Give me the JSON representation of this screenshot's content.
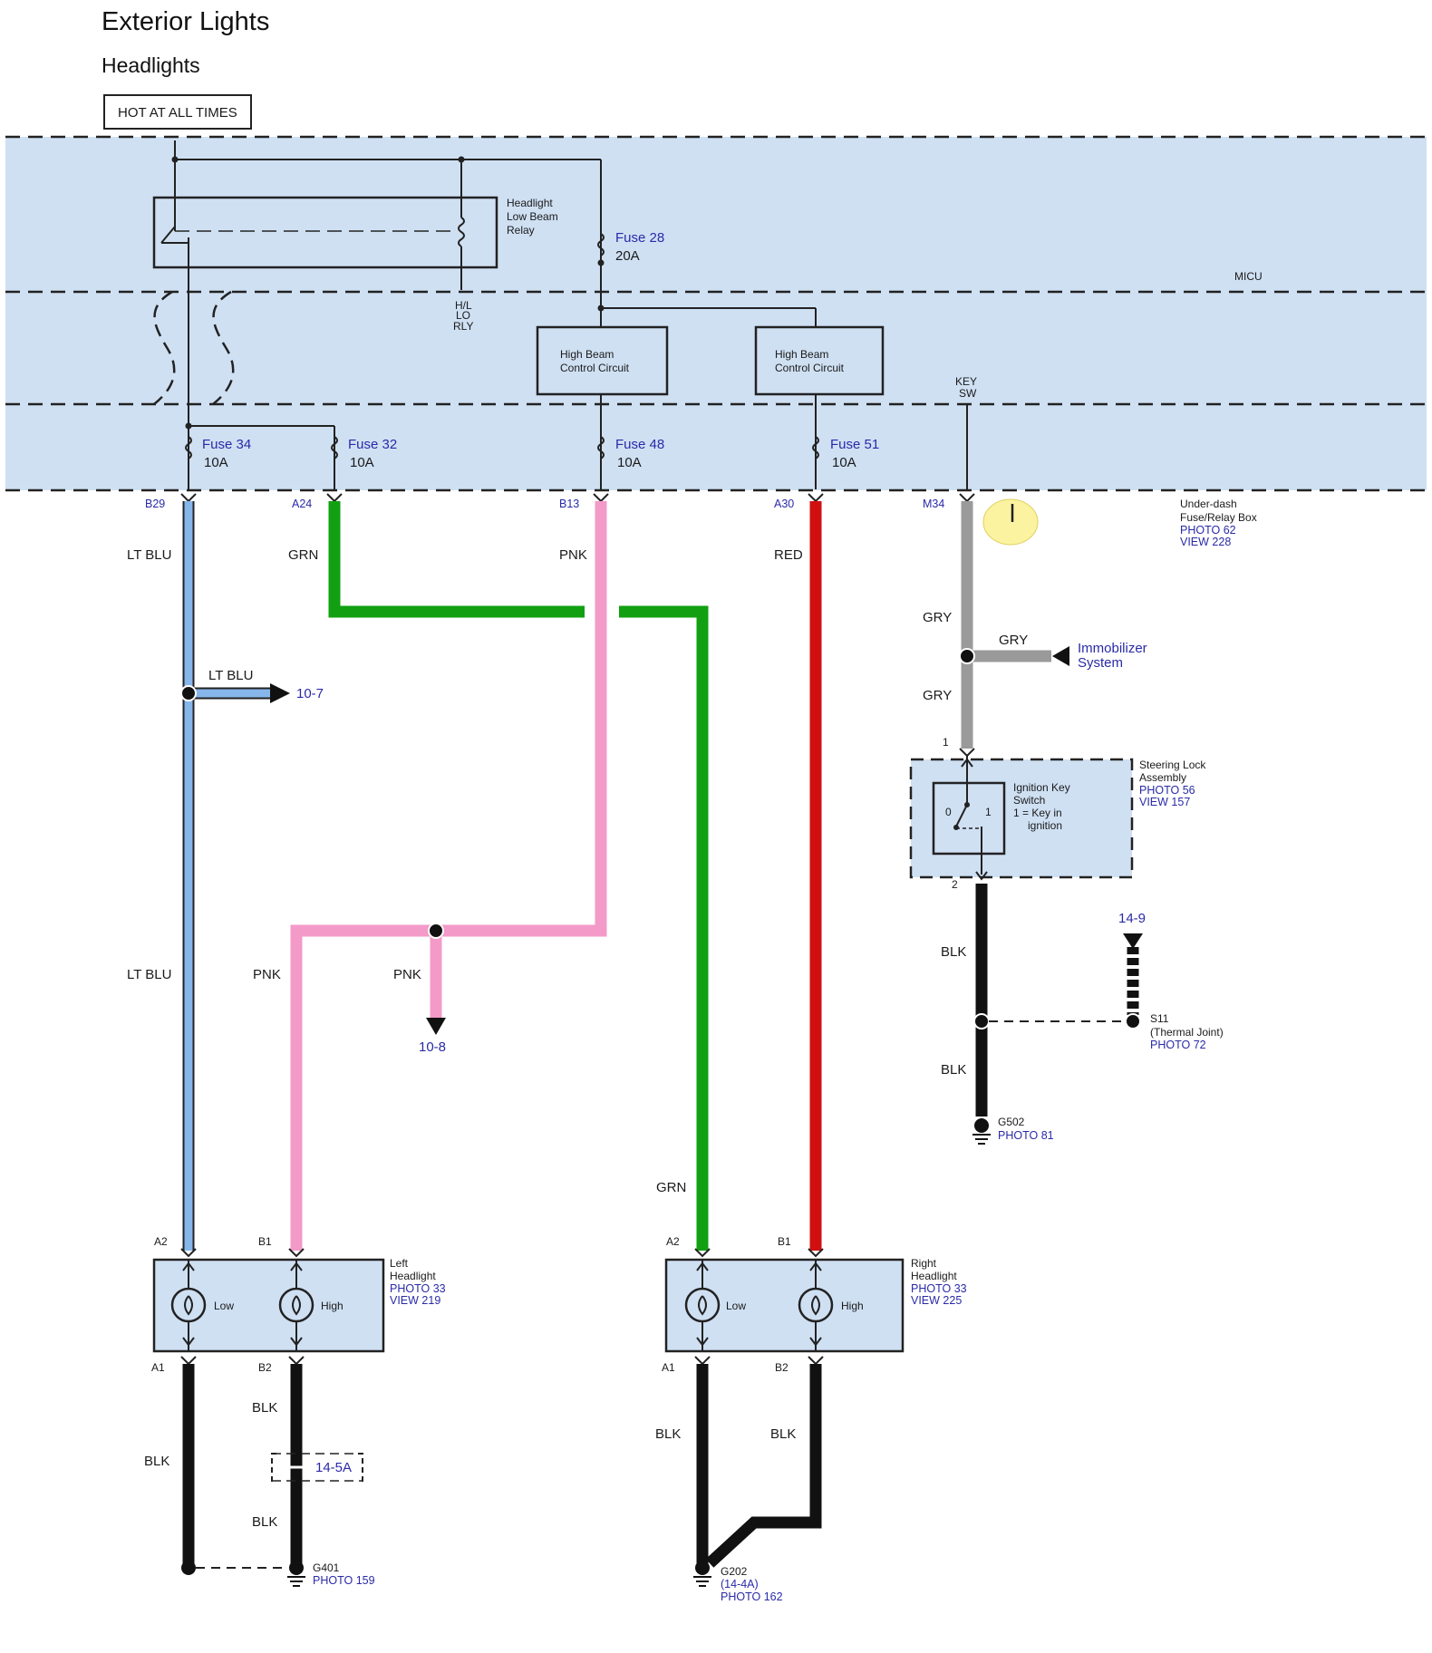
{
  "title": "Exterior Lights",
  "subtitle": "Headlights",
  "hot_label": "HOT AT ALL TIMES",
  "micu": "MICU",
  "relay": {
    "l1": "Headlight",
    "l2": "Low Beam",
    "l3": "Relay"
  },
  "hl_lo_rly": {
    "l1": "H/L",
    "l2": "LO",
    "l3": "RLY"
  },
  "hb_control_1": {
    "l1": "High Beam",
    "l2": "Control Circuit"
  },
  "hb_control_2": {
    "l1": "High Beam",
    "l2": "Control Circuit"
  },
  "key_sw": {
    "l1": "KEY",
    "l2": "SW"
  },
  "fuses": {
    "f28": {
      "name": "Fuse 28",
      "rating": "20A"
    },
    "f34": {
      "name": "Fuse 34",
      "rating": "10A"
    },
    "f32": {
      "name": "Fuse 32",
      "rating": "10A"
    },
    "f48": {
      "name": "Fuse 48",
      "rating": "10A"
    },
    "f51": {
      "name": "Fuse 51",
      "rating": "10A"
    }
  },
  "terminals": {
    "b29": "B29",
    "a24": "A24",
    "b13": "B13",
    "a30": "A30",
    "m34": "M34"
  },
  "underdash": {
    "l1": "Under-dash",
    "l2": "Fuse/Relay Box",
    "photo": "PHOTO 62",
    "view": "VIEW 228"
  },
  "wires": {
    "lt_blu": "LT BLU",
    "grn": "GRN",
    "pnk": "PNK",
    "red": "RED",
    "gry": "GRY",
    "blk": "BLK"
  },
  "refs": {
    "r10_7": "10-7",
    "r10_8": "10-8",
    "r14_9": "14-9",
    "r14_5a": "14-5A"
  },
  "immobilizer": {
    "l1": "Immobilizer",
    "l2": "System"
  },
  "steering": {
    "l1": "Steering Lock",
    "l2": "Assembly",
    "photo": "PHOTO 56",
    "view": "VIEW 157"
  },
  "ign_switch": {
    "l1": "Ignition Key",
    "l2": "Switch",
    "l3": "1 = Key in",
    "l4": "ignition",
    "p0": "0",
    "p1": "1"
  },
  "pins": {
    "p1": "1",
    "p2": "2",
    "a2": "A2",
    "b1": "B1",
    "a1": "A1",
    "b2": "B2"
  },
  "s11": {
    "l1": "S11",
    "l2": "(Thermal Joint)",
    "photo": "PHOTO 72"
  },
  "g502": {
    "name": "G502",
    "photo": "PHOTO 81"
  },
  "left_headlight": {
    "l1": "Left",
    "l2": "Headlight",
    "photo": "PHOTO 33",
    "view": "VIEW 219",
    "low": "Low",
    "high": "High"
  },
  "right_headlight": {
    "l1": "Right",
    "l2": "Headlight",
    "photo": "PHOTO 33",
    "view": "VIEW 225",
    "low": "Low",
    "high": "High"
  },
  "g401": {
    "name": "G401",
    "photo": "PHOTO 159"
  },
  "g202": {
    "name": "G202",
    "sub": "(14-4A)",
    "photo": "PHOTO 162"
  },
  "colors": {
    "panel": "#cfe0f3",
    "lt_blu": "#86b6ea",
    "grn": "#12a012",
    "pnk": "#f39ac8",
    "red": "#d01010",
    "gry": "#9a9a9a",
    "blk": "#111111",
    "ref": "#2a2aa8",
    "marker": "#fbf3a0"
  }
}
